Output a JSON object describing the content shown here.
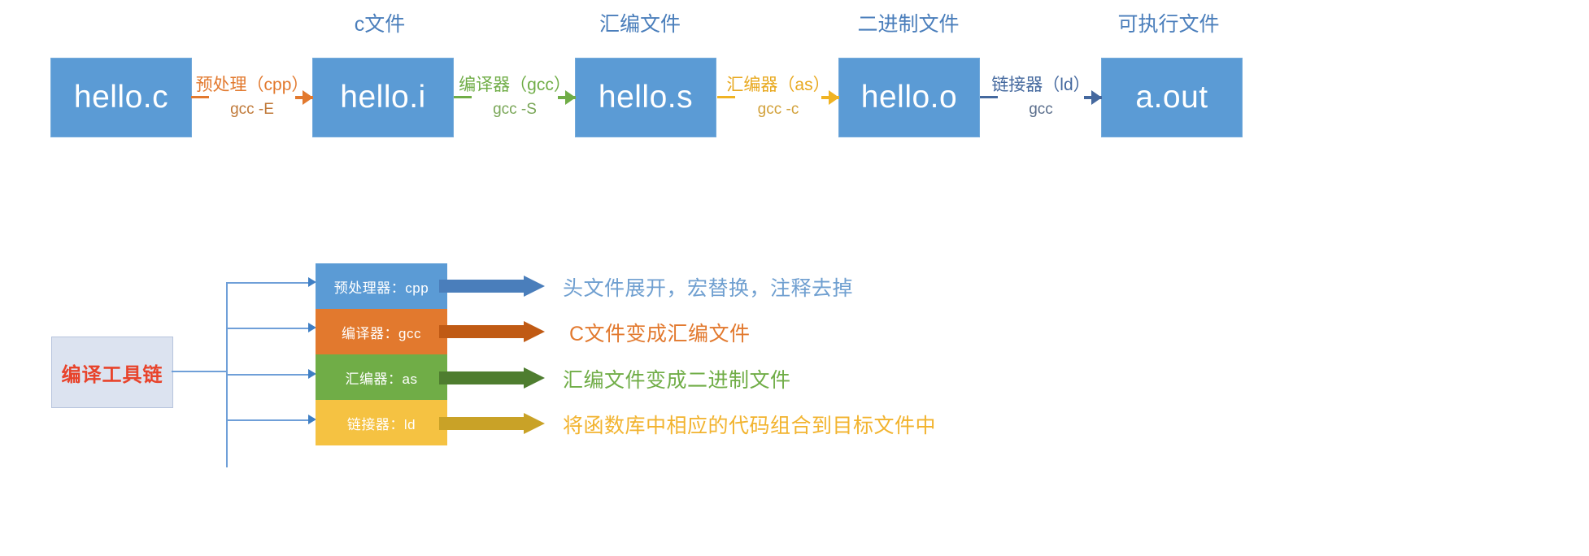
{
  "diagram": {
    "title": "GCC compilation pipeline and toolchain",
    "pipeline": {
      "nodes": [
        {
          "label": "hello.c",
          "caption": ""
        },
        {
          "label": "hello.i",
          "caption": "c文件"
        },
        {
          "label": "hello.s",
          "caption": "汇编文件"
        },
        {
          "label": "hello.o",
          "caption": "二进制文件"
        },
        {
          "label": "a.out",
          "caption": "可执行文件"
        }
      ],
      "stages": [
        {
          "main": "预处理（cpp）",
          "sub": "gcc -E",
          "color": "#e2792e"
        },
        {
          "main": "编译器（gcc）",
          "sub": "gcc -S",
          "color": "#70ad47"
        },
        {
          "main": "汇编器（as）",
          "sub": "gcc -c",
          "color": "#f0b323"
        },
        {
          "main": "链接器（ld）",
          "sub": "gcc",
          "color": "#44689e"
        }
      ]
    },
    "toolchain": {
      "box_label": "编译工具链",
      "box_fill": "#dce3f0",
      "box_text_color": "#e8432b",
      "rows": [
        {
          "label": "预处理器：cpp",
          "fill": "#5b9bd5",
          "arrow": "#4a7ebb",
          "desc": "头文件展开，宏替换，注释去掉",
          "desc_color": "#6f9fd0"
        },
        {
          "label": "编译器：gcc",
          "fill": "#e2792e",
          "arrow": "#c05a14",
          "desc": "C文件变成汇编文件",
          "desc_color": "#e2792e"
        },
        {
          "label": "汇编器：as",
          "fill": "#70ad47",
          "arrow": "#4e7d2f",
          "desc": "汇编文件变成二进制文件",
          "desc_color": "#70ad47"
        },
        {
          "label": "链接器：ld",
          "fill": "#f5c242",
          "arrow": "#c9a227",
          "desc": "将函数库中相应的代码组合到目标文件中",
          "desc_color": "#f2b32e"
        }
      ]
    },
    "colors": {
      "box_blue": "#5b9bd5",
      "caption_blue": "#4a7ebb",
      "orange": "#e2792e",
      "green": "#70ad47",
      "yellow": "#f0b323",
      "navy": "#44689e",
      "red": "#e8432b"
    }
  }
}
